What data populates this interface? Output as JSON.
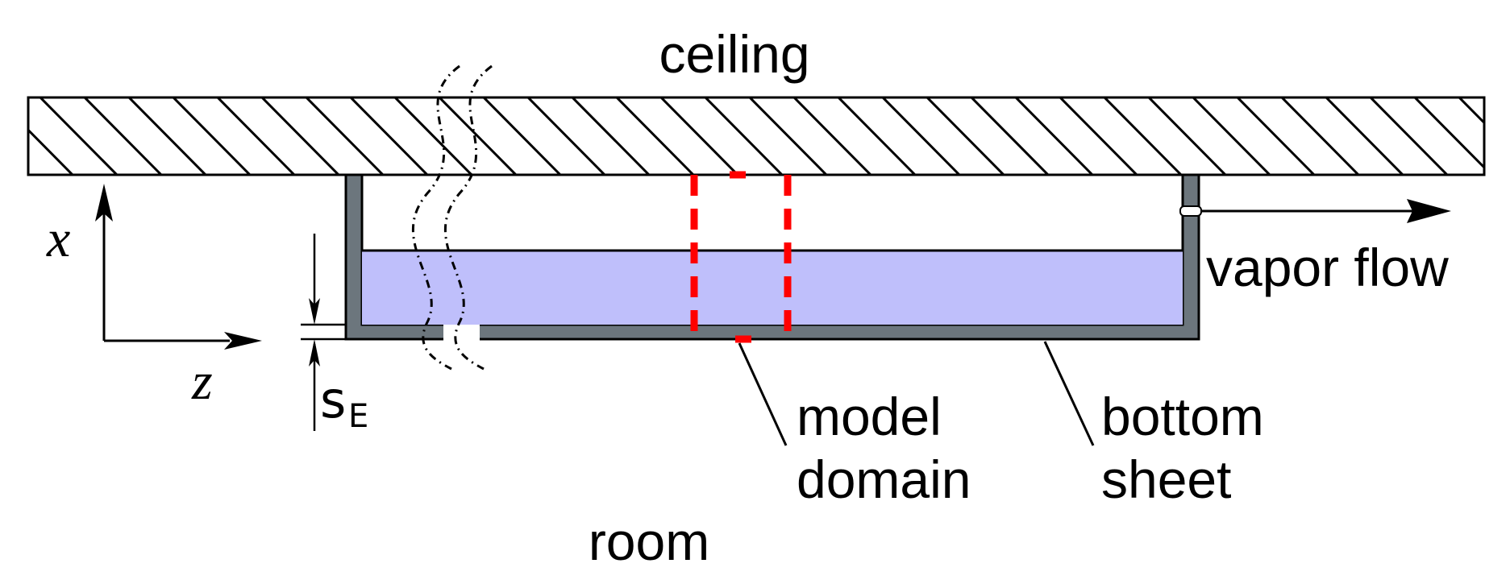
{
  "labels": {
    "ceiling": "ceiling",
    "room": "room",
    "vapor_flow": "vapor flow",
    "model_domain_line1": "model",
    "model_domain_line2": "domain",
    "bottom_sheet_line1": "bottom",
    "bottom_sheet_line2": "sheet",
    "axis_x": "x",
    "axis_z": "z",
    "thickness_symbol": "s",
    "thickness_subscript": "E"
  },
  "colors": {
    "liquid": "#bfbffb",
    "sheet": "#6c767d",
    "domain_box": "#ff0000",
    "outline": "#000000"
  }
}
